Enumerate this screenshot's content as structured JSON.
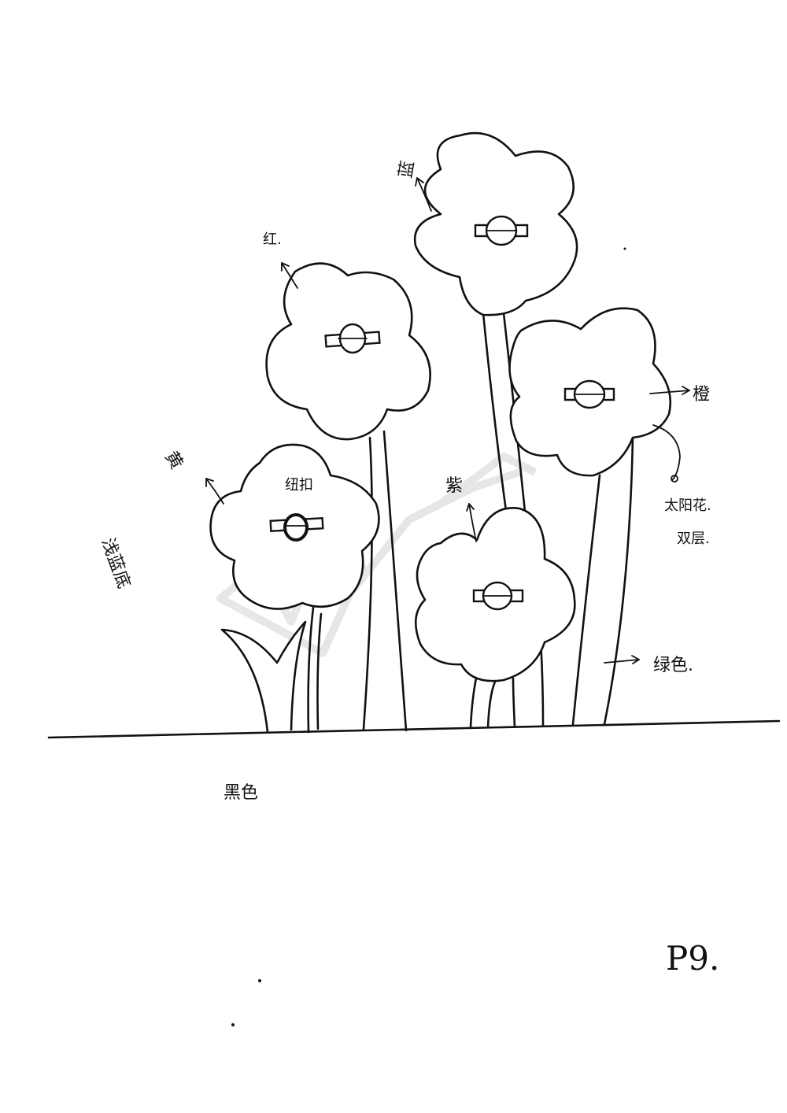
{
  "labels": {
    "blue": "蓝",
    "red": "红.",
    "orange": "橙",
    "yellow": "黄",
    "button": "纽扣",
    "purple": "紫",
    "sunflower": "太阳花.",
    "double_layer": "双层.",
    "green": "绿色.",
    "light_blue_base": "浅蓝底",
    "black": "黑色",
    "page": "P9."
  },
  "colors": {
    "ink": "#111111",
    "paper": "#ffffff",
    "watermark": "#e4e4e4"
  }
}
